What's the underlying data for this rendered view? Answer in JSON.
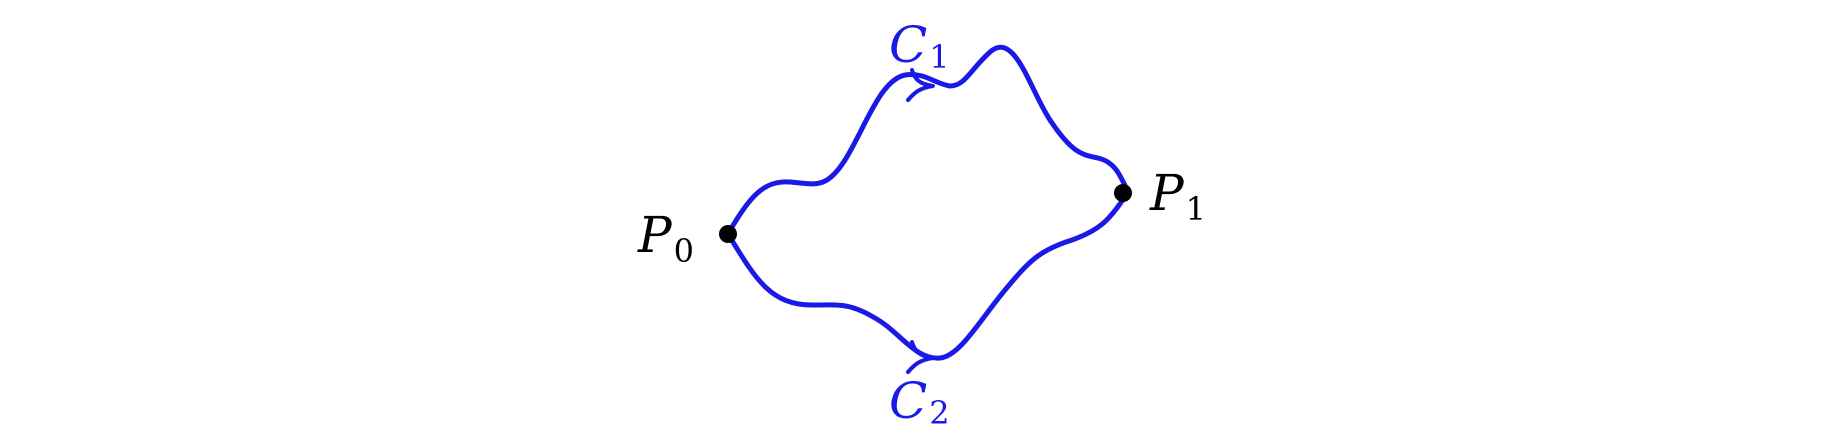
{
  "colors": {
    "curve": "#1a1ae6",
    "point": "#000000",
    "point_label": "#000000",
    "curve_label": "#1a1ae6"
  },
  "points": [
    {
      "id": "p0",
      "label": "P",
      "subscript": "0"
    },
    {
      "id": "p1",
      "label": "P",
      "subscript": "1"
    }
  ],
  "curves": [
    {
      "id": "c1",
      "label": "C",
      "subscript": "1",
      "from": "p0",
      "to": "p1",
      "arrow": "midpoint"
    },
    {
      "id": "c2",
      "label": "C",
      "subscript": "2",
      "from": "p0",
      "to": "p1",
      "arrow": "midpoint"
    }
  ]
}
